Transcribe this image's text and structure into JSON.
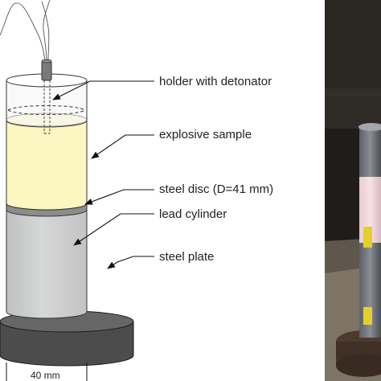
{
  "labels": {
    "holder": "holder with detonator",
    "sample": "explosive sample",
    "disc": "steel disc (D=41 mm)",
    "cylinder": "lead cylinder",
    "plate": "steel plate"
  },
  "dimension": "40 mm",
  "colors": {
    "explosive": "#fbf6c2",
    "lead": "#d0d1d1",
    "disc": "#8b8b8b",
    "plate": "#4f4f4f",
    "photo_background": "#1f1c19"
  }
}
